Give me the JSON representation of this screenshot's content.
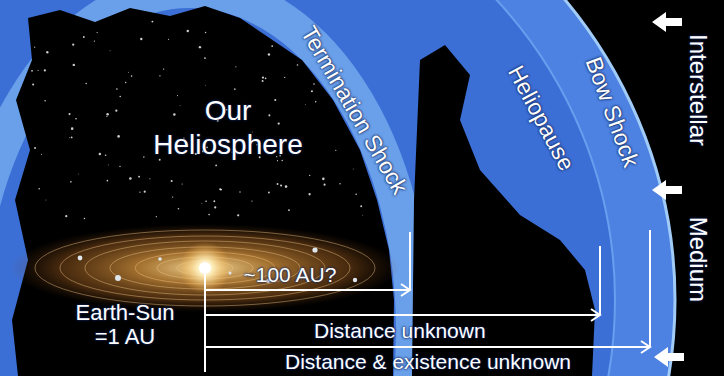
{
  "diagram": {
    "labels": [
      "Our Heliosphere",
      "Termination Shock",
      "Heliopause",
      "Bow Shock",
      "Interstellar Medium",
      "Earth-Sun =1 AU",
      "~100 AU?",
      "Distance unknown",
      "Distance & existence unknown"
    ]
  }
}
